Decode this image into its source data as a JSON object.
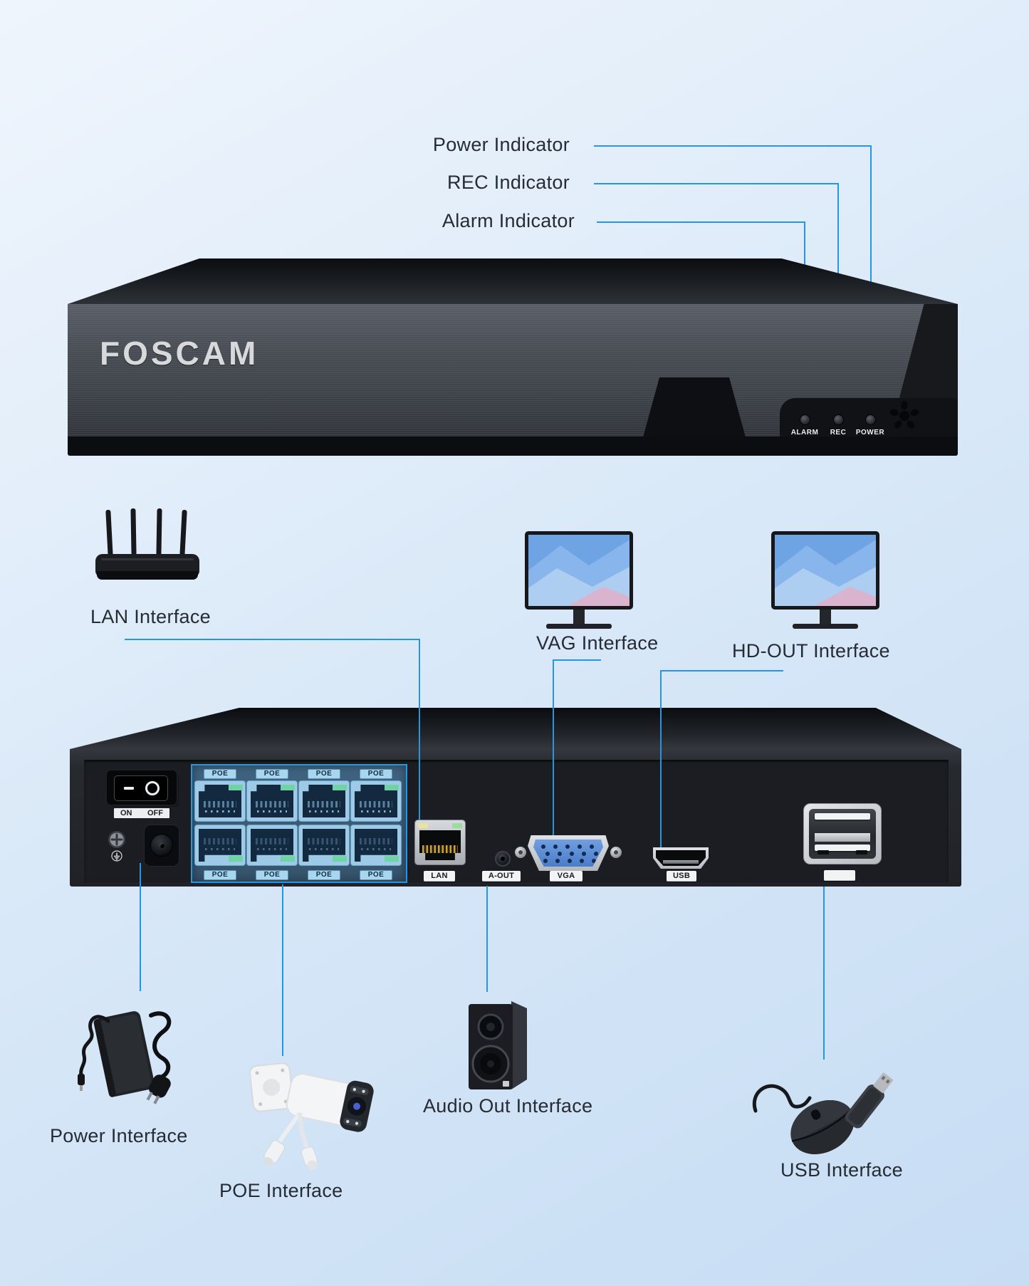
{
  "colors": {
    "accent": "#2596e3"
  },
  "front_callouts": {
    "power": "Power Indicator",
    "rec": "REC Indicator",
    "alarm": "Alarm Indicator"
  },
  "front_device": {
    "brand": "FOSCAM",
    "leds": [
      {
        "label": "ALARM"
      },
      {
        "label": "REC"
      },
      {
        "label": "POWER"
      }
    ]
  },
  "middle_icons": {
    "lan_label": "LAN Interface",
    "vag_label": "VAG Interface",
    "hdout_label": "HD-OUT Interface"
  },
  "back_panel": {
    "switch_on": "ON",
    "switch_off": "OFF",
    "poe_label": "POE",
    "lan_label": "LAN",
    "aout_label": "A-OUT",
    "vga_label": "VGA",
    "usb_label": "USB"
  },
  "bottom_callouts": {
    "power": "Power Interface",
    "poe": "POE Interface",
    "audio": "Audio Out Interface",
    "usb": "USB Interface"
  }
}
